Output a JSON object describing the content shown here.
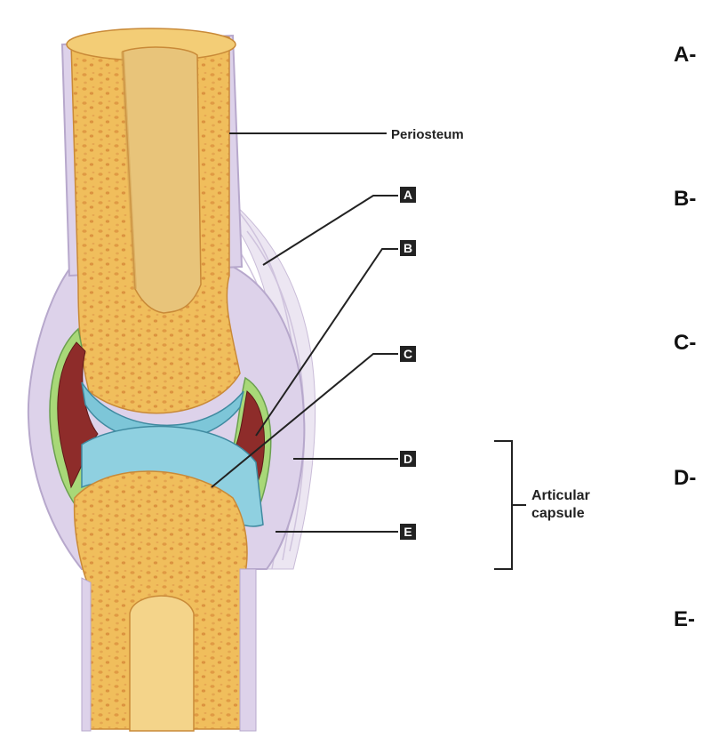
{
  "labels": {
    "periosteum": "Periosteum",
    "a": "A",
    "b": "B",
    "c": "C",
    "d": "D",
    "e": "E",
    "articular_line1": "Articular",
    "articular_line2": "capsule"
  },
  "answer_blanks": [
    "A-",
    "B-",
    "C-",
    "D-",
    "E-"
  ],
  "colors": {
    "bone": "#f0be5c",
    "spongy_dot": "#e2a04a",
    "marrow": "#e8c47a",
    "periosteum_purple": "#d8cde6",
    "synovial_membrane": "#a8d878",
    "joint_cavity": "#8e2c2a",
    "articular_cartilage": "#7dc6d8",
    "ligament": "#ece6f2",
    "leader": "#222222"
  }
}
